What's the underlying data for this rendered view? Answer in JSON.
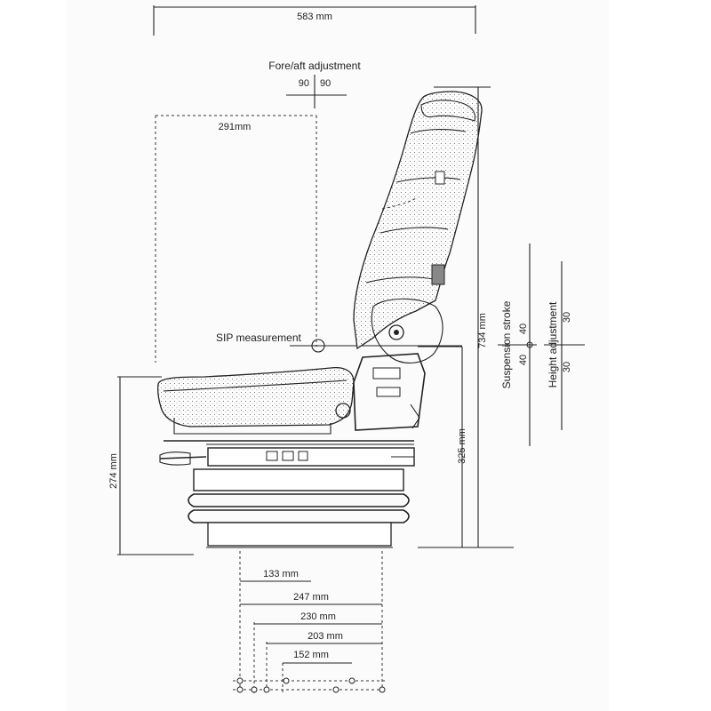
{
  "dimensions": {
    "overall_width": "583 mm",
    "fore_aft_title": "Fore/aft adjustment",
    "fore_aft_left": "90",
    "fore_aft_right": "90",
    "seat_depth": "291mm",
    "sip": "SIP measurement",
    "height_total": "734 mm",
    "suspension_stroke": "Suspension stroke",
    "stroke_up": "40",
    "stroke_down": "40",
    "height_adjustment": "Height adjustment",
    "height_up": "30",
    "height_down": "30",
    "seat_height": "325 mm",
    "base_height": "274 mm",
    "w133": "133 mm",
    "w247": "247 mm",
    "w230": "230 mm",
    "w203": "203 mm",
    "w152": "152 mm"
  },
  "colors": {
    "ink": "#222222",
    "paper": "#fbfbfb",
    "stipple": "#555555"
  }
}
